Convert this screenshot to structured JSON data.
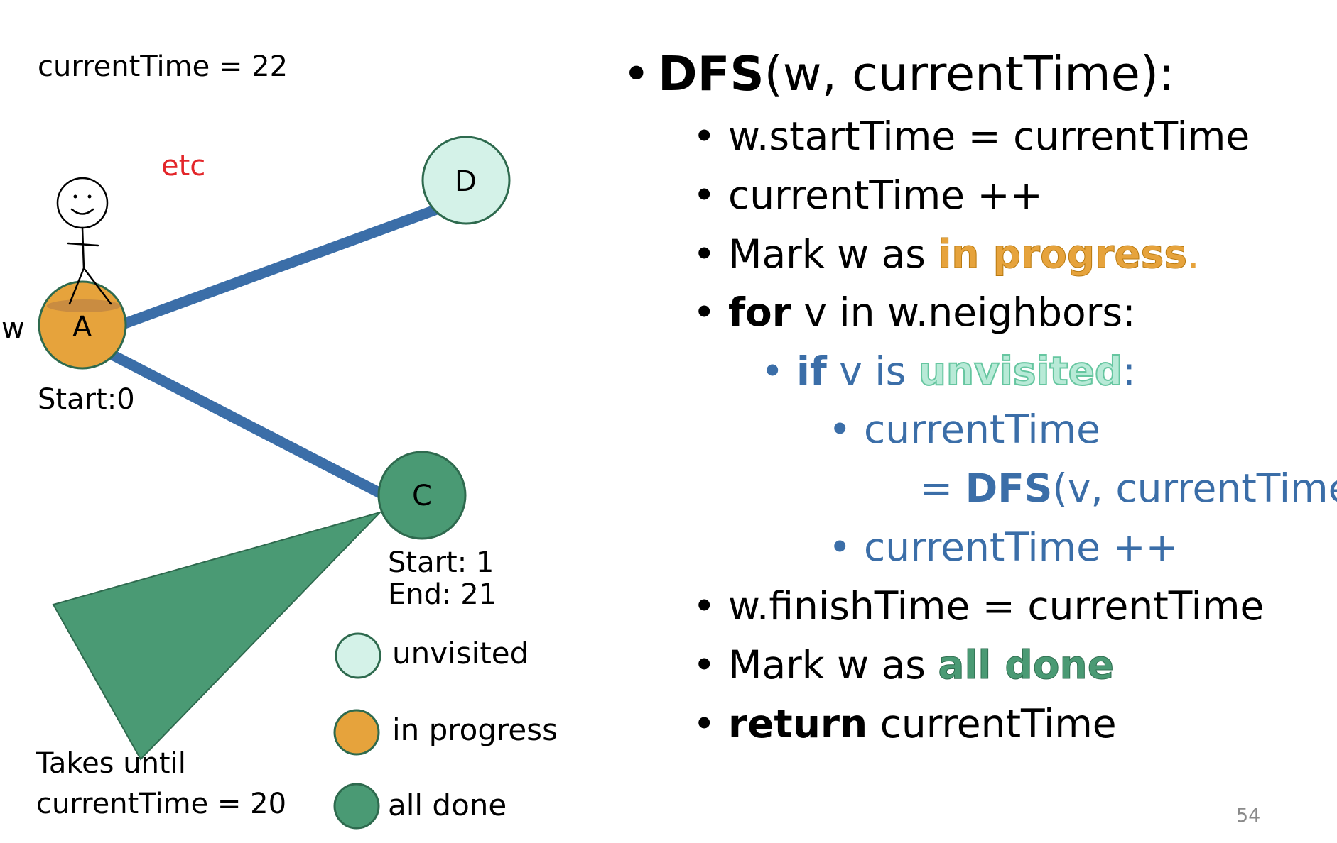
{
  "current_time_label": "currentTime = 22",
  "etc_label": "etc",
  "w_label": "w",
  "nodes": {
    "a": {
      "label": "A",
      "color": "#e6a33c"
    },
    "c": {
      "label": "C",
      "color": "#4a9a74"
    },
    "d": {
      "label": "D",
      "color": "#d4f2e8"
    }
  },
  "edge_color": "#3b6ea8",
  "a_start": "Start:0",
  "c_start": "Start: 1",
  "c_end": "End: 21",
  "subtree_note_line1": "Takes until",
  "subtree_note_line2": "currentTime = 20",
  "legend": [
    {
      "label": "unvisited",
      "color": "#d4f2e8"
    },
    {
      "label": "in progress",
      "color": "#e6a33c"
    },
    {
      "label": "all done",
      "color": "#4a9a74"
    }
  ],
  "code": {
    "title_bold": "DFS",
    "title_rest": "(w, currentTime):",
    "l1": "w.startTime = currentTime",
    "l2": "currentTime ++",
    "l3_pre": "Mark w as ",
    "l3_hl": "in progress",
    "l3_post": ".",
    "l4_kw": "for",
    "l4_rest": " v in w.neighbors:",
    "l5_kw": "if",
    "l5_mid": " v is ",
    "l5_hl": "unvisited",
    "l5_post": ":",
    "l6": "currentTime",
    "l7_pre": "= ",
    "l7_kw": "DFS",
    "l7_rest": "(v, currentTime)",
    "l8": "currentTime ++",
    "l9": "w.finishTime = currentTime",
    "l10_pre": "Mark w as ",
    "l10_hl": "all done",
    "l11_kw": "return",
    "l11_rest": " currentTime"
  },
  "page_number": "54"
}
